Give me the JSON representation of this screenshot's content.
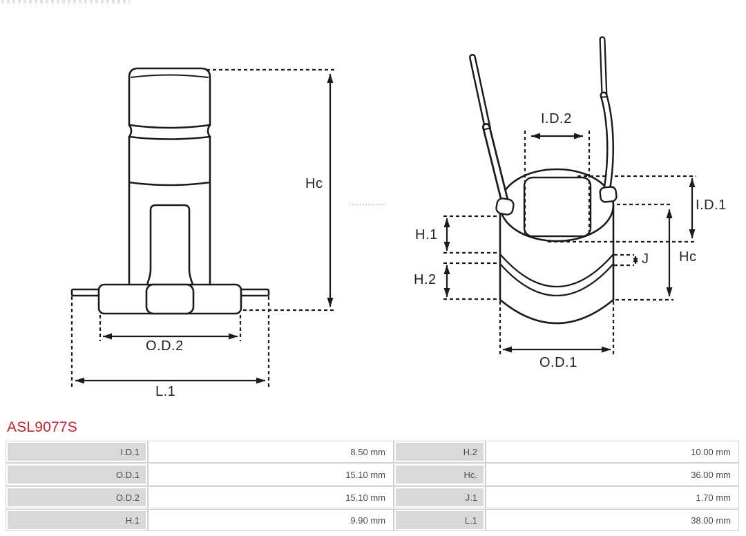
{
  "part_number": "ASL9077S",
  "colors": {
    "accent_red": "#C2232B",
    "line_color": "#1B1B1B",
    "table_label_bg": "#D9D9D9",
    "table_border": "#CFCFCF"
  },
  "diagram": {
    "left_view": {
      "labels": {
        "hc": "Hc",
        "od2": "O.D.2",
        "l1": "L.1"
      }
    },
    "right_view": {
      "labels": {
        "id2": "I.D.2",
        "id1": "I.D.1",
        "h1": "H.1",
        "h2": "H.2",
        "j": "J",
        "hc": "Hc",
        "od1": "O.D.1"
      }
    }
  },
  "dimensions_table": {
    "rows": [
      {
        "k1": "I.D.1",
        "v1": "8.50 mm",
        "k2": "H.2",
        "v2": "10.00 mm"
      },
      {
        "k1": "O.D.1",
        "v1": "15.10 mm",
        "k2": "Hc.",
        "v2": "36.00 mm"
      },
      {
        "k1": "O.D.2",
        "v1": "15.10 mm",
        "k2": "J.1",
        "v2": "1.70 mm"
      },
      {
        "k1": "H.1",
        "v1": "9.90 mm",
        "k2": "L.1",
        "v2": "38.00 mm"
      }
    ]
  }
}
